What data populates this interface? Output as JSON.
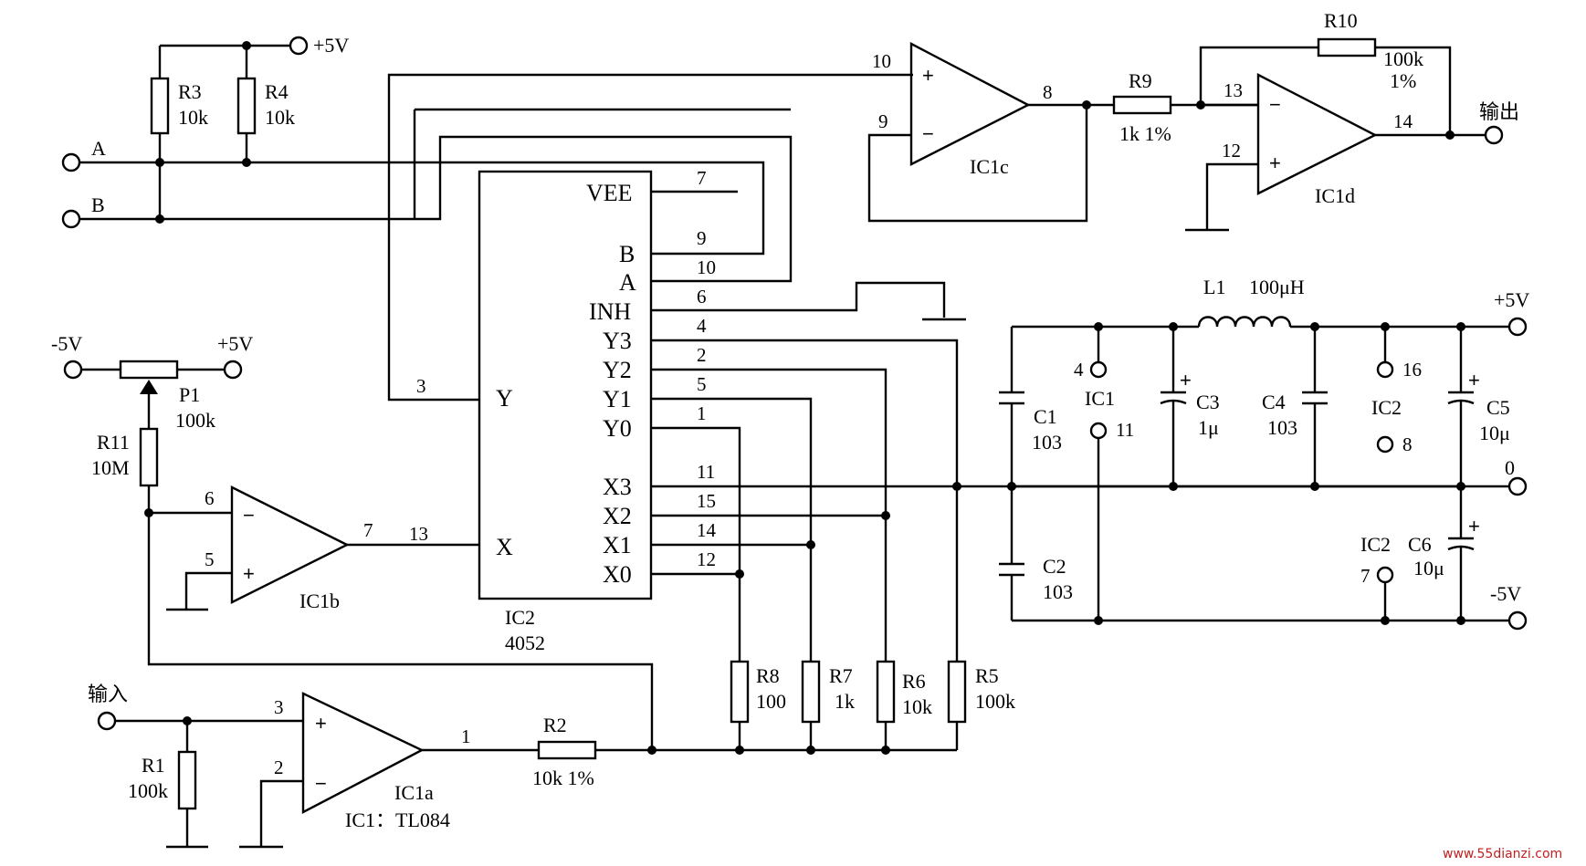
{
  "diagram": {
    "power": {
      "vpos": "+5V",
      "vneg": "-5V",
      "zero": "0"
    },
    "terminals": {
      "a": "A",
      "b": "B",
      "input": "输入",
      "output": "输出"
    },
    "resistors": {
      "r1": {
        "name": "R1",
        "value": "100k"
      },
      "r2": {
        "name": "R2",
        "value": "10k  1%"
      },
      "r3": {
        "name": "R3",
        "value": "10k"
      },
      "r4": {
        "name": "R4",
        "value": "10k"
      },
      "r5": {
        "name": "R5",
        "value": "100k"
      },
      "r6": {
        "name": "R6",
        "value": "10k"
      },
      "r7": {
        "name": "R7",
        "value": "1k"
      },
      "r8": {
        "name": "R8",
        "value": "100"
      },
      "r9": {
        "name": "R9",
        "value": "1k 1%"
      },
      "r10": {
        "name": "R10",
        "value": "100k",
        "tolerance": "1%"
      },
      "r11": {
        "name": "R11",
        "value": "10M"
      }
    },
    "pot": {
      "name": "P1",
      "value": "100k"
    },
    "opamps": {
      "ic1a": {
        "name": "IC1a",
        "part_note": "IC1：TL084",
        "pins": [
          "3",
          "2",
          "1"
        ]
      },
      "ic1b": {
        "name": "IC1b",
        "pins": [
          "6",
          "5",
          "7"
        ]
      },
      "ic1c": {
        "name": "IC1c",
        "pins": [
          "10",
          "9",
          "8"
        ]
      },
      "ic1d": {
        "name": "IC1d",
        "pins": [
          "13",
          "12",
          "14"
        ]
      }
    },
    "mux": {
      "name": "IC2",
      "part": "4052",
      "left_pins": [
        {
          "label": "Y",
          "pin": "3"
        },
        {
          "label": "X",
          "pin": "13"
        }
      ],
      "right_pins": [
        {
          "label": "VEE",
          "pin": "7"
        },
        {
          "label": "B",
          "pin": "9"
        },
        {
          "label": "A",
          "pin": "10"
        },
        {
          "label": "INH",
          "pin": "6"
        },
        {
          "label": "Y3",
          "pin": "4"
        },
        {
          "label": "Y2",
          "pin": "2"
        },
        {
          "label": "Y1",
          "pin": "5"
        },
        {
          "label": "Y0",
          "pin": "1"
        },
        {
          "label": "X3",
          "pin": "11"
        },
        {
          "label": "X2",
          "pin": "15"
        },
        {
          "label": "X1",
          "pin": "14"
        },
        {
          "label": "X0",
          "pin": "12"
        }
      ]
    },
    "supply": {
      "inductor": {
        "name": "L1",
        "value": "100μH"
      },
      "c1": {
        "name": "C1",
        "value": "103"
      },
      "c2": {
        "name": "C2",
        "value": "103"
      },
      "c3": {
        "name": "C3",
        "value": "1μ"
      },
      "c4": {
        "name": "C4",
        "value": "103"
      },
      "c5": {
        "name": "C5",
        "value": "10μ"
      },
      "c6": {
        "name": "C6",
        "value": "10μ"
      },
      "ic1_supply": {
        "name": "IC1",
        "pin_pos": "4",
        "pin_neg": "11"
      },
      "ic2_supply": {
        "name": "IC2",
        "pin_pos": "16",
        "pin_gnd": "8"
      },
      "ic2_vee": {
        "name": "IC2",
        "pin": "7"
      }
    },
    "watermark": "www.55dianzi.com"
  }
}
